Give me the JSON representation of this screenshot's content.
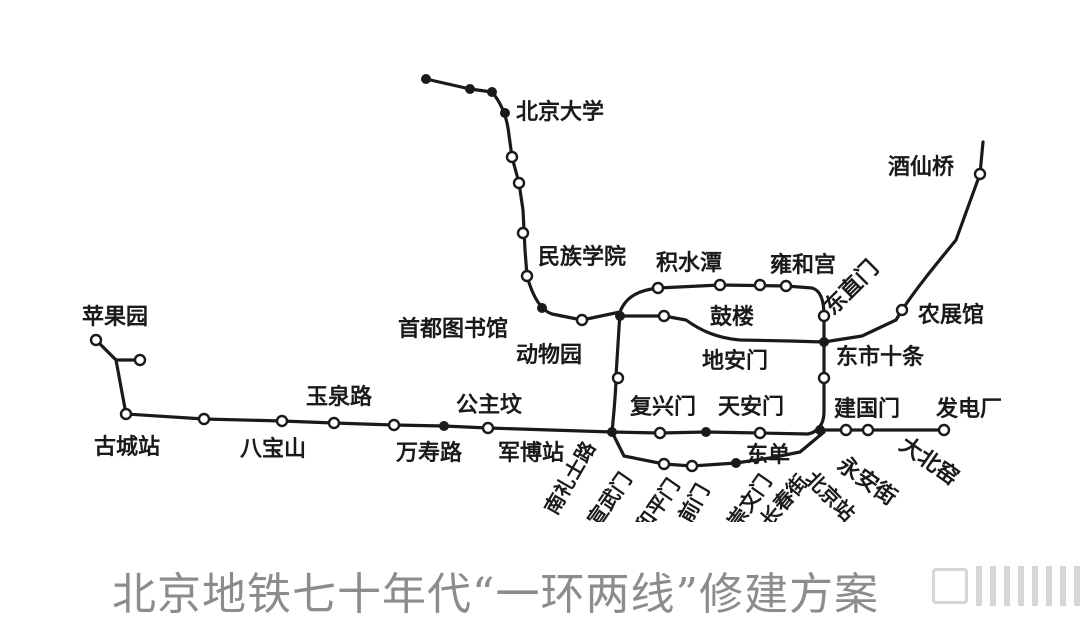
{
  "map": {
    "caption": "北京地铁七十年代“一环两线”修建方案",
    "stations": {
      "beijing_daxue": "北京大学",
      "minzu_xueyuan": "民族学院",
      "shoudu_tushuguan": "首都图书馆",
      "jishuitan": "积水潭",
      "yonghegong": "雍和宫",
      "gulou": "鼓楼",
      "dongwuyuan": "动物园",
      "di_anmen": "地安门",
      "dongzhimen": "东直门",
      "jiuxianqiao": "酒仙桥",
      "nongzhanguan": "农展馆",
      "dongsi_shitiao": "东市十条",
      "pingguoyuan": "苹果园",
      "yuquanlu": "玉泉路",
      "gongzhufen": "公主坟",
      "fuxingmen": "复兴门",
      "tian_anmen": "天安门",
      "jianguomen": "建国门",
      "fadianchang": "发电厂",
      "guchengzhan": "古城站",
      "babaoshan": "八宝山",
      "wanshoulu": "万寿路",
      "junbozhan": "军博站",
      "dongdan": "东单",
      "yong_anli": "永安街",
      "dabeiyao": "大北窑",
      "nanlishilu": "南礼士路",
      "xuanwumen_partial": "宣武门",
      "hepingmen_partial": "和平门",
      "qianmen_partial": "前门",
      "chongwenmen_partial": "崇文门",
      "beijingzhan_partial": "北京站",
      "changchunjie_partial": "长春街"
    }
  },
  "colors": {
    "line": "#1a1a1a",
    "caption": "#8c8c8c",
    "watermark": "#d6d6d6"
  }
}
